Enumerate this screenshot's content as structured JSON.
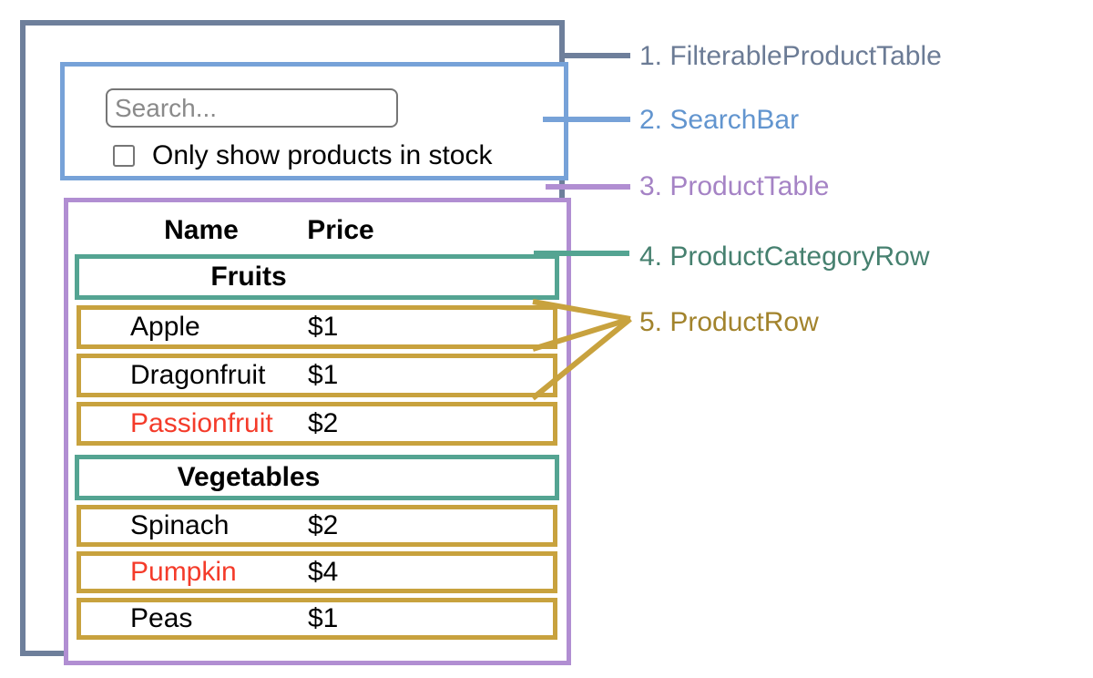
{
  "annotations": [
    {
      "text": "1. FilterableProductTable",
      "color": "#6b7b95"
    },
    {
      "text": "2. SearchBar",
      "color": "#6295cf"
    },
    {
      "text": "3. ProductTable",
      "color": "#a583c5"
    },
    {
      "text": "4. ProductCategoryRow",
      "color": "#46806f"
    },
    {
      "text": "5. ProductRow",
      "color": "#a2832c"
    }
  ],
  "searchbar": {
    "placeholder": "Search...",
    "checkbox_label": "Only show products in stock",
    "checkbox_checked": false
  },
  "table": {
    "columns": [
      "Name",
      "Price"
    ],
    "sections": [
      {
        "category": "Fruits",
        "rows": [
          {
            "name": "Apple",
            "price": "$1",
            "out_of_stock": false
          },
          {
            "name": "Dragonfruit",
            "price": "$1",
            "out_of_stock": false
          },
          {
            "name": "Passionfruit",
            "price": "$2",
            "out_of_stock": true
          }
        ]
      },
      {
        "category": "Vegetables",
        "rows": [
          {
            "name": "Spinach",
            "price": "$2",
            "out_of_stock": false
          },
          {
            "name": "Pumpkin",
            "price": "$4",
            "out_of_stock": true
          },
          {
            "name": "Peas",
            "price": "$1",
            "out_of_stock": false
          }
        ]
      }
    ]
  },
  "colors": {
    "filterable_product_table_border": "#6e7f9b",
    "searchbar_border": "#77a2d8",
    "product_table_border": "#b18ed2",
    "product_category_row_border": "#54a492",
    "product_row_border": "#c8a23e",
    "out_of_stock_text": "#f43b2a"
  }
}
